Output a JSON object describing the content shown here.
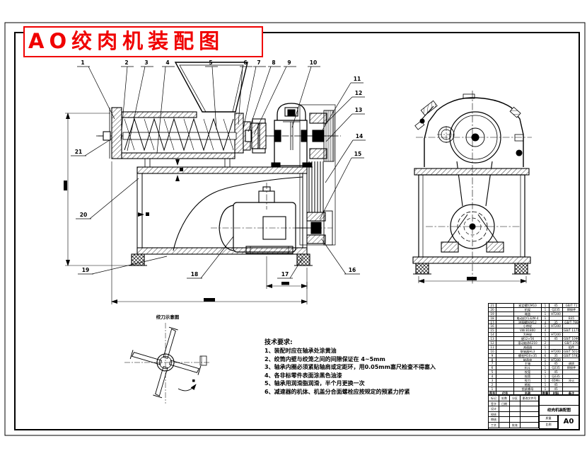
{
  "sheet": {
    "title": "AO绞肉机装配图",
    "accent_color": "#f00000",
    "line_color": "#000000"
  },
  "detail_view": {
    "label": "绞刀示意图"
  },
  "callouts": [
    "1",
    "2",
    "3",
    "4",
    "5",
    "6",
    "7",
    "8",
    "9",
    "10",
    "11",
    "12",
    "13",
    "14",
    "15",
    "16",
    "17",
    "18",
    "19",
    "20",
    "21"
  ],
  "tech_requirements": {
    "header": "技术要求:",
    "items": [
      "1、装配时应在轴承处涂黄油",
      "2、绞筒内壁与绞笼之间的间隙保证在 4~5mm",
      "3、轴承内圈必须紧贴轴肩或定距环，用0.05mm塞尺检查不得塞入",
      "4、各非标零件表面涂黑色油漆",
      "5、轴承用润滑脂润滑，半个月更换一次",
      "6、减速器的机体、机盖分合面螺栓应按规定的预紧力拧紧"
    ]
  },
  "parts_list": {
    "headers": [
      "序号",
      "代号",
      "名称",
      "数量",
      "材料",
      "备注"
    ],
    "rows": [
      [
        "21",
        "",
        "紧定螺钉M10",
        "1",
        "45",
        "GB/T 71"
      ],
      [
        "20",
        "",
        "机架",
        "1",
        "Q235",
        "焊接件"
      ],
      [
        "19",
        "",
        "端盖",
        "1",
        "HT200",
        ""
      ],
      [
        "18",
        "",
        "电动机Y132M-4",
        "1",
        "",
        "B35"
      ],
      [
        "17",
        "",
        "地脚螺栓M12",
        "4",
        "35",
        "GB/T 799"
      ],
      [
        "16",
        "",
        "小带轮",
        "1",
        "HT200",
        ""
      ],
      [
        "15",
        "",
        "V带 B1800",
        "4",
        "",
        "GB/T 1171"
      ],
      [
        "14",
        "",
        "大带轮",
        "1",
        "HT200",
        ""
      ],
      [
        "13",
        "",
        "键12×56",
        "1",
        "45",
        "GB/T 1096"
      ],
      [
        "12",
        "",
        "滚动轴承6210",
        "2",
        "",
        "GB/T 276"
      ],
      [
        "11",
        "",
        "减速器",
        "1",
        "",
        "组件"
      ],
      [
        "10",
        "",
        "联轴器HL3",
        "1",
        "HT200",
        "GB/T 5014"
      ],
      [
        "9",
        "",
        "螺栓M10×35",
        "6",
        "35",
        "GB/T 5782"
      ],
      [
        "8",
        "",
        "轴承座",
        "1",
        "HT200",
        ""
      ],
      [
        "7",
        "",
        "主轴",
        "1",
        "45",
        "调质"
      ],
      [
        "6",
        "",
        "料斗",
        "1",
        "Q235",
        "焊接件"
      ],
      [
        "5",
        "",
        "绞笼",
        "1",
        "45",
        ""
      ],
      [
        "4",
        "",
        "绞筒",
        "1",
        "Q235",
        ""
      ],
      [
        "3",
        "",
        "绞刀",
        "1",
        "65Mn",
        "淬火"
      ],
      [
        "2",
        "",
        "格板",
        "1",
        "45",
        ""
      ],
      [
        "1",
        "",
        "锁紧螺母",
        "1",
        "45",
        ""
      ]
    ]
  },
  "title_block": {
    "name": "绞肉机装配图",
    "sheet_size": "A0",
    "mark": "标记",
    "count": "处数",
    "zone": "分区",
    "doc": "更改文件号",
    "sign": "签字",
    "date": "日期",
    "design": "设计",
    "check": "校核",
    "audit": "审核",
    "process": "工艺",
    "approve": "批准",
    "weight": "质量",
    "scale": "比例"
  }
}
